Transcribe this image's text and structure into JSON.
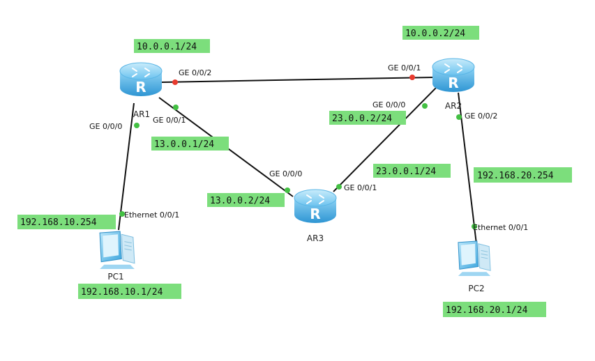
{
  "colors": {
    "address_highlight": "#7cde7c",
    "router_body": "#4fb3e8",
    "link_line": "#111111",
    "port_dot_red": "#e83a2e",
    "port_dot_green": "#43c043"
  },
  "devices": {
    "ar1": {
      "label": "AR1",
      "icon": "router-icon"
    },
    "ar2": {
      "label": "AR2",
      "icon": "router-icon"
    },
    "ar3": {
      "label": "AR3",
      "icon": "router-icon"
    },
    "pc1": {
      "label": "PC1",
      "icon": "pc-icon"
    },
    "pc2": {
      "label": "PC2",
      "icon": "pc-icon"
    }
  },
  "ports": {
    "ar1_ge002": "GE 0/0/2",
    "ar1_ge001": "GE 0/0/1",
    "ar1_ge000": "GE 0/0/0",
    "ar2_ge001": "GE 0/0/1",
    "ar2_ge000": "GE 0/0/0",
    "ar2_ge002": "GE 0/0/2",
    "ar3_ge000": "GE 0/0/0",
    "ar3_ge001": "GE 0/0/1",
    "pc1_eth": "Ethernet 0/0/1",
    "pc2_eth": "Ethernet 0/0/1"
  },
  "addresses": {
    "ar1_g2": "10.0.0.1/24",
    "ar2_g1": "10.0.0.2/24",
    "ar1_g1": "13.0.0.1/24",
    "ar3_g0": "13.0.0.2/24",
    "ar2_g0": "23.0.0.2/24",
    "ar3_g1": "23.0.0.1/24",
    "ar1_g0": "192.168.10.254",
    "ar2_g2": "192.168.20.254",
    "pc1": "192.168.10.1/24",
    "pc2": "192.168.20.1/24"
  }
}
